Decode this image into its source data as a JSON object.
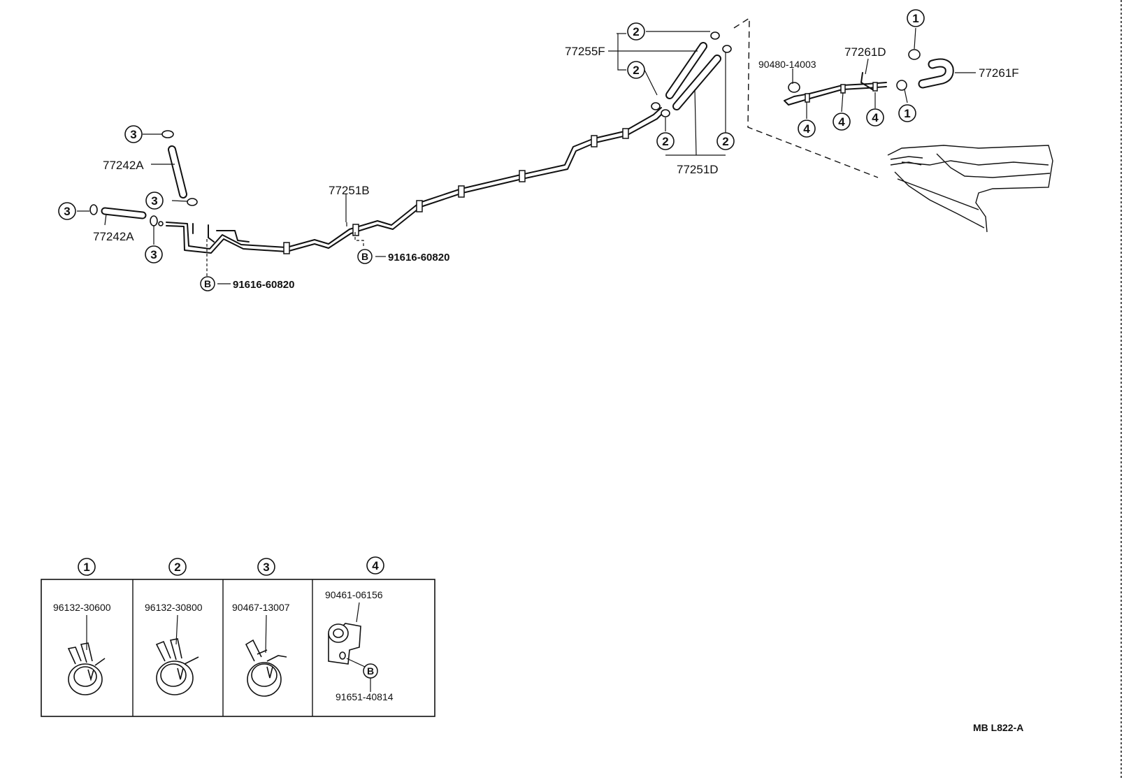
{
  "diagram": {
    "code": "MB  L822-A",
    "callouts": {
      "c1": "1",
      "c2": "2",
      "c3": "3",
      "c4": "4",
      "cb": "B"
    },
    "parts": {
      "p77242A_top": "77242A",
      "p77242A_bottom": "77242A",
      "p77251B": "77251B",
      "p77255F": "77255F",
      "p77251D": "77251D",
      "p77261D": "77261D",
      "p77261F": "77261F",
      "p90480": "90480-14003",
      "p91616_a": "91616-60820",
      "p91616_b": "91616-60820"
    },
    "legend": [
      {
        "index": "1",
        "part": "96132-30600"
      },
      {
        "index": "2",
        "part": "96132-30800"
      },
      {
        "index": "3",
        "part": "90467-13007"
      },
      {
        "index": "4",
        "part": "90461-06156",
        "bolt": "91651-40814",
        "bolt_callout": "B"
      }
    ]
  }
}
